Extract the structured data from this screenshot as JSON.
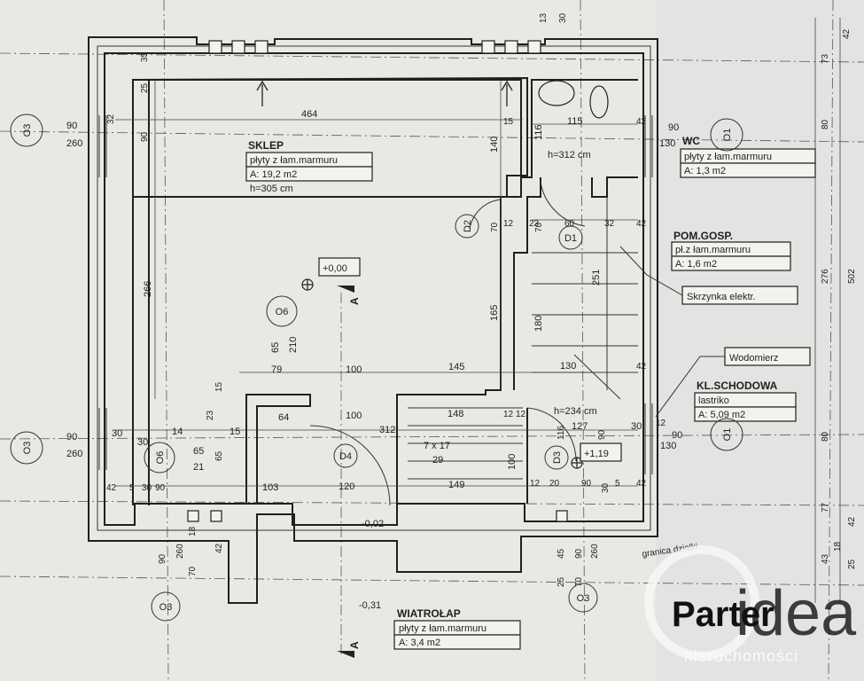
{
  "rooms": {
    "sklep": {
      "name": "SKLEP",
      "floor": "płyty z łam.marmuru",
      "area": "A: 19,2 m2",
      "height": "h=305 cm"
    },
    "wc": {
      "name": "WC",
      "floor": "płyty z łam.marmuru",
      "area": "A: 1,3 m2",
      "height": "h=312 cm"
    },
    "pom_gosp": {
      "name": "POM.GOSP.",
      "floor": "pł.z łam.marmuru",
      "area": "A: 1,6 m2"
    },
    "kl_schodowa": {
      "name": "KL.SCHODOWA",
      "floor": "lastriko",
      "area": "A: 5,09 m2",
      "height": "h=234 cm"
    },
    "wiatrolap": {
      "name": "WIATROŁAP",
      "floor": "płyty z łam.marmuru",
      "area": "A: 3,4 m2"
    }
  },
  "labels": {
    "skrzynka": "Skrzynka elektr.",
    "wodomierz": "Wodomierz",
    "level_zero": "+0,00",
    "level_119": "+1,19",
    "level_002": "-0,02",
    "level_031": "-0,31",
    "granica": "granica działki",
    "stairs": "7 x 17",
    "stairs_sub": "29",
    "section": "A",
    "title": "Parter",
    "logo_sub": "nieruchomości",
    "logo_brand": "idea"
  },
  "symbols": {
    "o3_left_top": "O3",
    "o3_left_mid": "O3",
    "o3_bottom_left": "O3",
    "o3_bottom_mid": "O3",
    "o1_top": "O1",
    "o1_mid": "O1",
    "o6_center": "O6",
    "o6_left": "O6",
    "d1": "D1",
    "d2": "D2",
    "d3": "D3",
    "d4": "D4"
  },
  "dimensions": {
    "d464": "464",
    "d90a": "90",
    "d260a": "260",
    "d90b": "90",
    "d260b": "260",
    "d32": "32",
    "d25": "25",
    "d35": "35",
    "d266": "266",
    "d140": "140",
    "d116": "116",
    "d15a": "15",
    "d115": "115",
    "d42a": "42",
    "d90c": "90",
    "d130a": "130",
    "d12a": "12",
    "d23": "23",
    "d60": "60",
    "d32b": "32",
    "d42b": "42",
    "d70a": "70",
    "d70b": "70",
    "d251": "251",
    "d165": "165",
    "d180": "180",
    "d65a": "65",
    "d210": "210",
    "d79": "79",
    "d100a": "100",
    "d145": "145",
    "d130b": "130",
    "d42c": "42",
    "d15b": "15",
    "d23b": "23",
    "d64": "64",
    "d100b": "100",
    "d148": "148",
    "d12b": "12",
    "d12c": "12",
    "d127": "127",
    "d14": "14",
    "d15c": "15",
    "d312": "312",
    "d65b": "65",
    "d21": "21",
    "d65c": "65",
    "d103": "103",
    "d120": "120",
    "d149": "149",
    "d100c": "100",
    "d116b": "116",
    "d90d": "90",
    "d30a": "30",
    "d12d": "12",
    "d20": "20",
    "d90e": "90",
    "d30b": "30",
    "d5a": "5",
    "d42d": "42",
    "d42e": "42",
    "d5b": "5",
    "d30c": "30",
    "d90f": "90",
    "d90g": "90",
    "d260c": "260",
    "d42f": "42",
    "d70c": "70",
    "d18": "18",
    "d45": "45",
    "d90h": "90",
    "d260d": "260",
    "d25b": "25",
    "d70d": "70",
    "d130c": "130",
    "r42": "42",
    "r73": "73",
    "r80a": "80",
    "r276": "276",
    "r502": "502",
    "r80b": "80",
    "r77": "77",
    "r42b": "42",
    "r18": "18",
    "r43": "43",
    "r25": "25",
    "r13": "13",
    "r30": "30"
  }
}
